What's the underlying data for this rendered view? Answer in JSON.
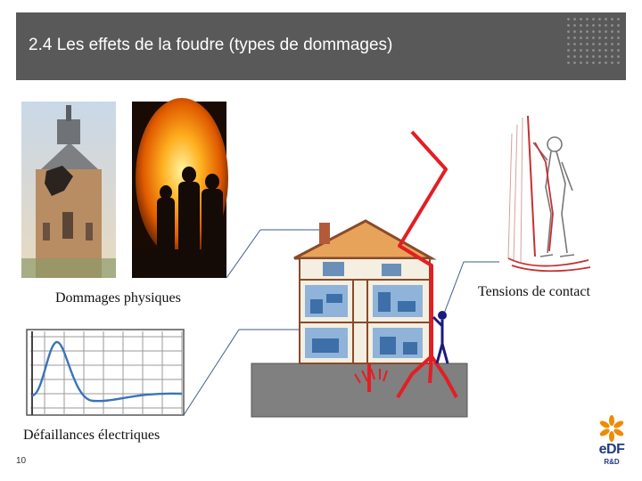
{
  "header": {
    "title": "2.4   Les effets de la foudre (types de dommages)"
  },
  "captions": {
    "physical": "Dommages physiques",
    "contact": "Tensions de contact",
    "electrical": "Défaillances électriques"
  },
  "footer": {
    "page_number": "10",
    "logo_text": "eDF",
    "logo_sub": "R&D"
  },
  "colors": {
    "header_bg": "#595959",
    "lightning": "#e31e24",
    "logo_orange": "#f18a00",
    "logo_blue": "#1f3a8a"
  }
}
